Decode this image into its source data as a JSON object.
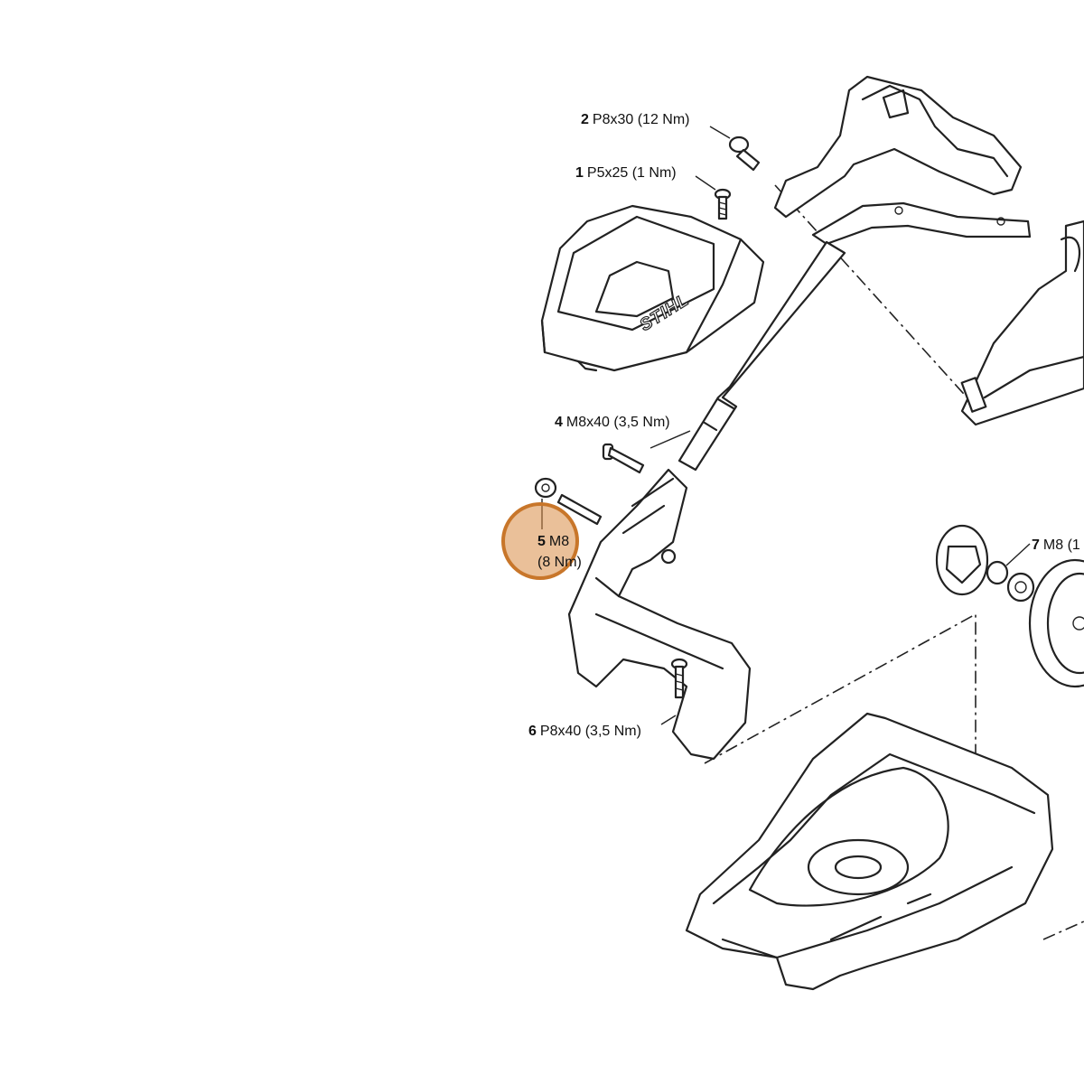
{
  "parts": [
    {
      "num": "2",
      "spec": "P8x30 (12 Nm)"
    },
    {
      "num": "1",
      "spec": "P5x25 (1 Nm)"
    },
    {
      "num": "4",
      "spec": "M8x40 (3,5 Nm)"
    },
    {
      "num": "5",
      "spec": "M8",
      "spec2": "(8 Nm)"
    },
    {
      "num": "7",
      "spec": "M8 (1"
    },
    {
      "num": "6",
      "spec": "P8x40 (3,5 Nm)"
    }
  ],
  "battery_brand": "STIHL",
  "colors": {
    "highlight_fill": "#d88c46",
    "highlight_border": "#c8762a",
    "line": "#222222"
  }
}
